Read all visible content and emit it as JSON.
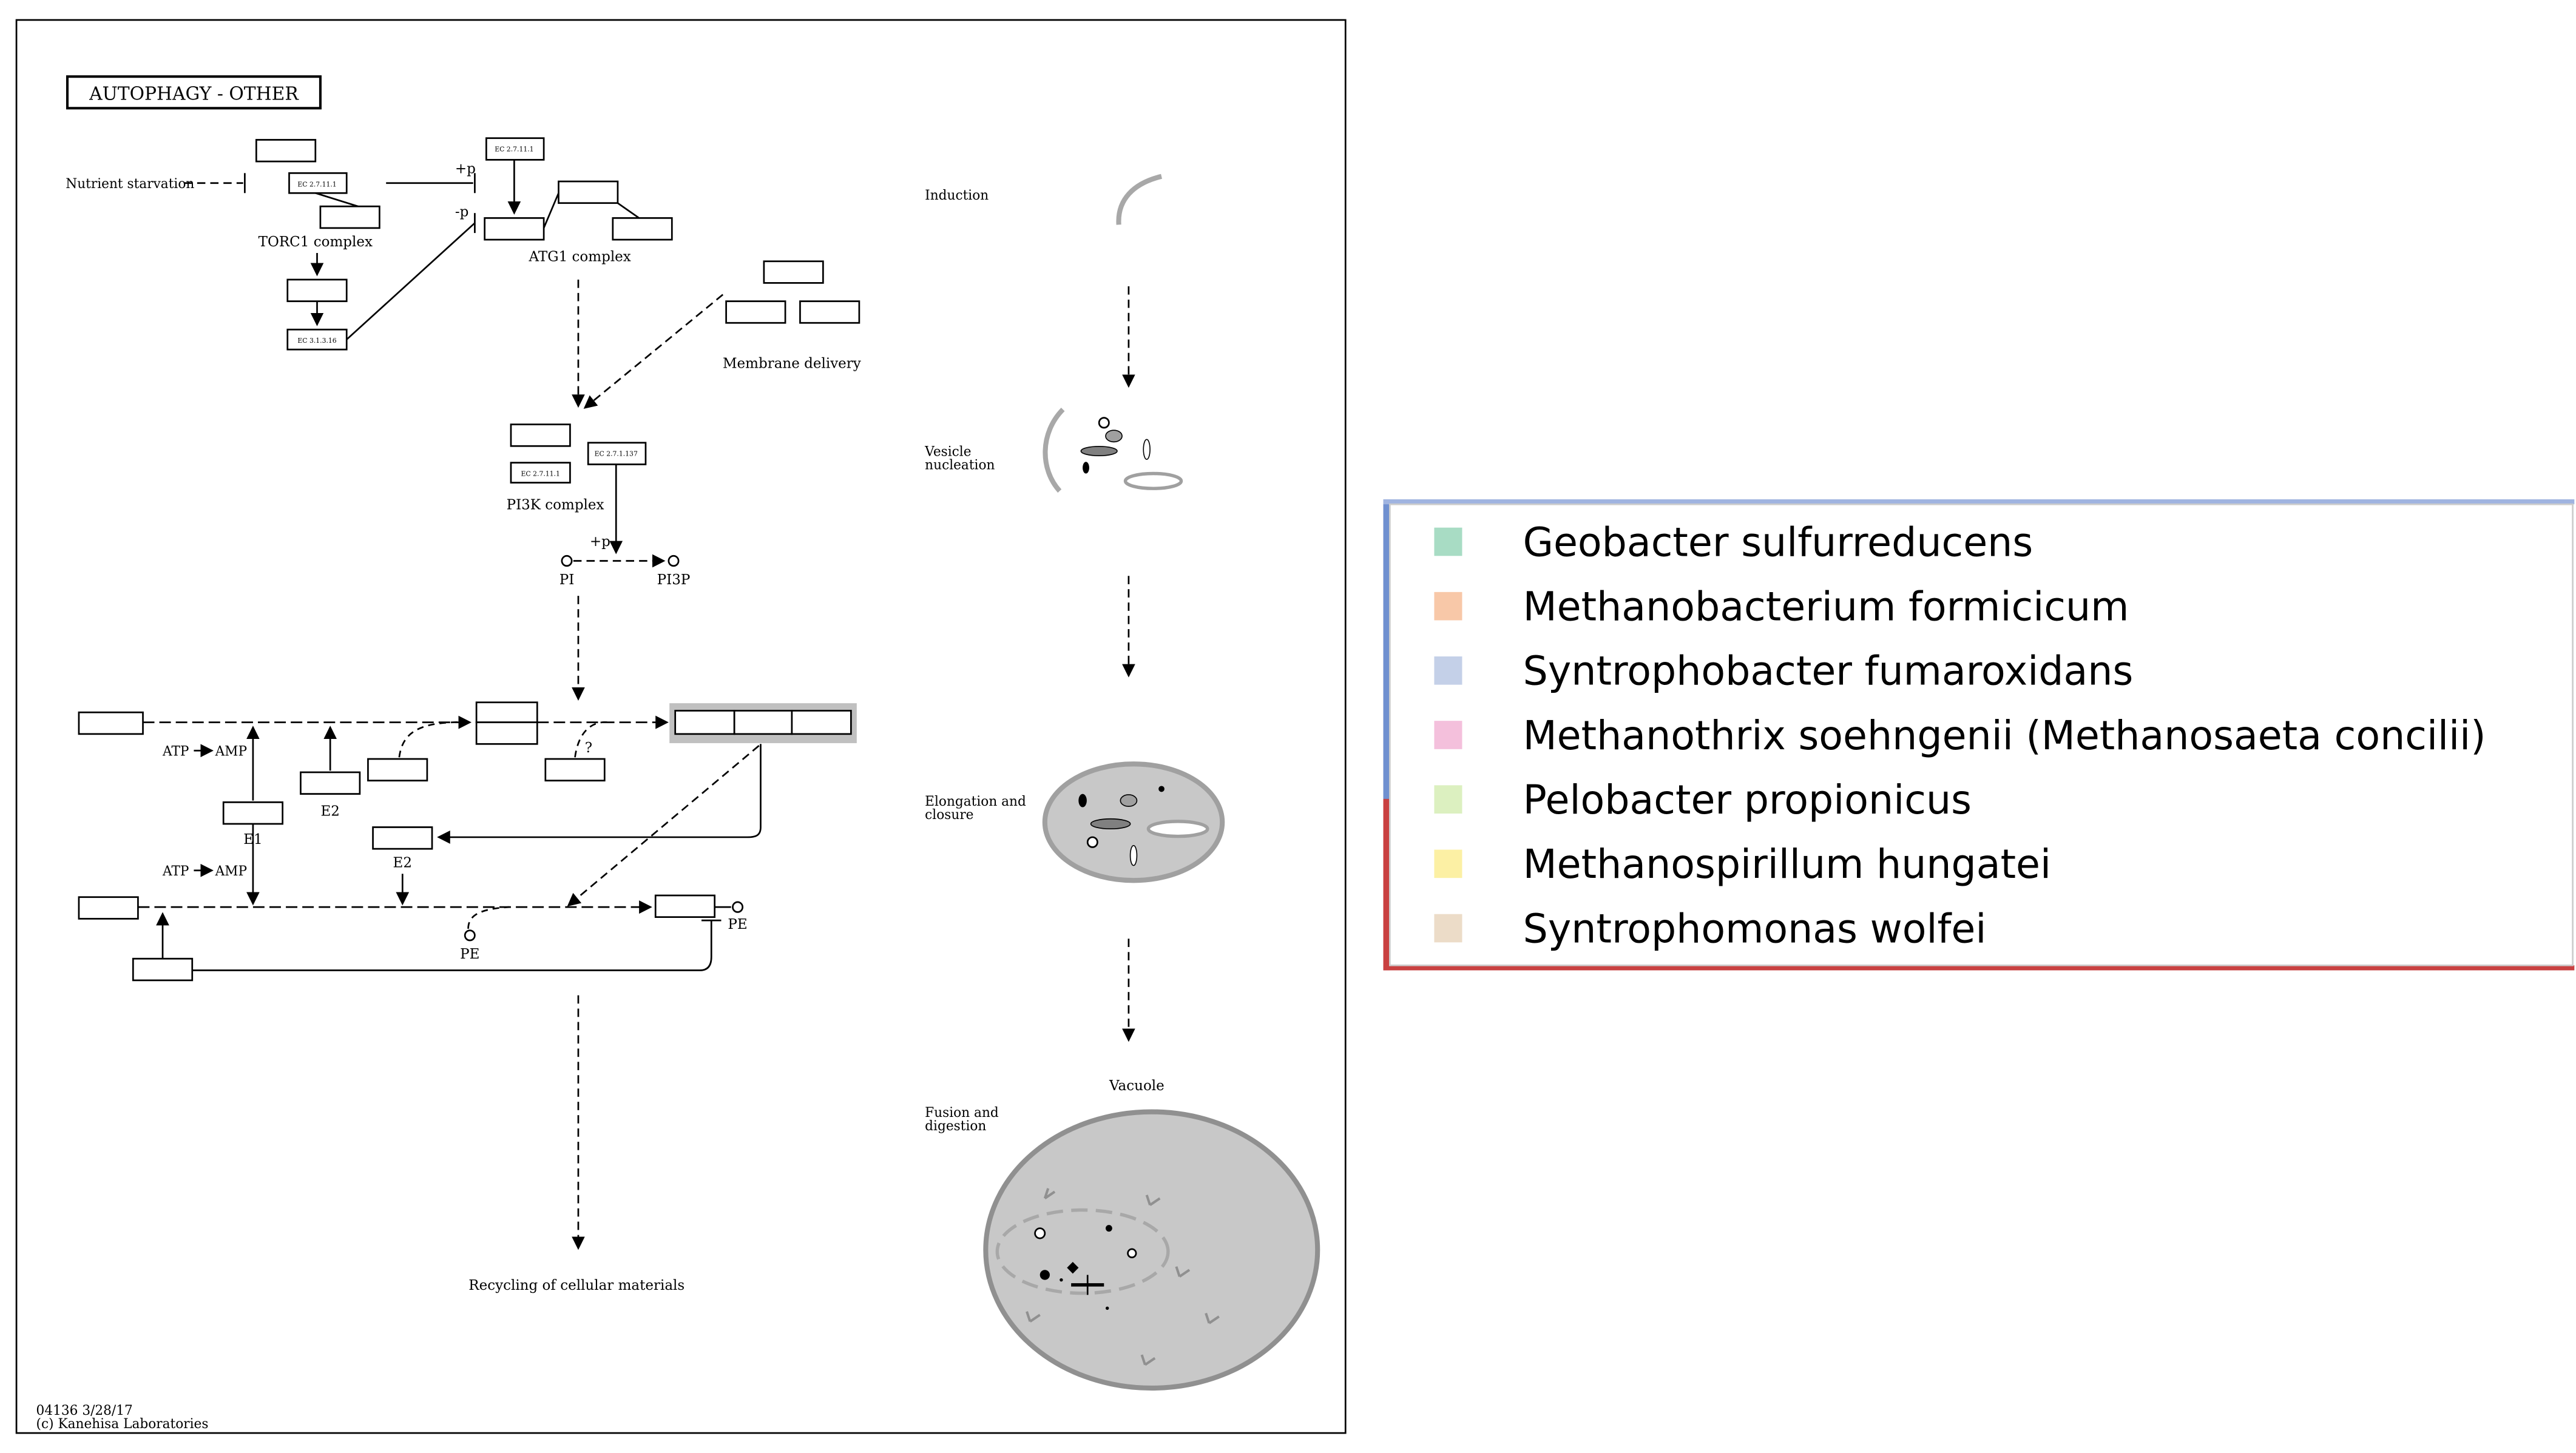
{
  "diagram": {
    "title": "AUTOPHAGY - OTHER",
    "labels": {
      "nutrient_starvation": "Nutrient starvation",
      "torc1_complex": "TORC1 complex",
      "atg1_complex": "ATG1 complex",
      "membrane_delivery": "Membrane delivery",
      "pi3k_complex": "PI3K complex",
      "pi": "PI",
      "pi3p": "PI3P",
      "plus_p_1": "+p",
      "minus_p": "-p",
      "plus_p_2": "+p",
      "atp_1": "ATP",
      "amp_1": "AMP",
      "atp_2": "ATP",
      "amp_2": "AMP",
      "e1": "E1",
      "e2_1": "E2",
      "e2_2": "E2",
      "pe_1": "PE",
      "pe_2": "PE",
      "question": "?",
      "recycling": "Recycling of cellular materials"
    },
    "enzymes": {
      "ec_torc": "EC 2.7.11.1",
      "ec_atg1": "EC 2.7.11.1",
      "ec_torc2": "EC 3.1.3.16",
      "ec_pi3k_a": "EC 2.7.11.1",
      "ec_pi3k_b": "EC 2.7.1.137"
    },
    "stages": {
      "induction": "Induction",
      "vesicle_1": "Vesicle",
      "vesicle_2": "nucleation",
      "elongation_1": "Elongation and",
      "elongation_2": "closure",
      "fusion_1": "Fusion and",
      "fusion_2": "digestion",
      "vacuole": "Vacuole"
    },
    "footer": {
      "id_date": "04136 3/28/17",
      "copyright": "(c) Kanehisa Laboratories"
    }
  },
  "legend": {
    "items": [
      {
        "label": "Geobacter sulfurreducens",
        "color": "#a8dcc4"
      },
      {
        "label": "Methanobacterium formicicum",
        "color": "#f8c8a8"
      },
      {
        "label": "Syntrophobacter fumaroxidans",
        "color": "#c4d0e8"
      },
      {
        "label": "Methanothrix soehngenii (Methanosaeta concilii)",
        "color": "#f4c0dc"
      },
      {
        "label": "Pelobacter propionicus",
        "color": "#dcf0c0"
      },
      {
        "label": "Methanospirillum hungatei",
        "color": "#fcf0a4"
      },
      {
        "label": "Syntrophomonas wolfei",
        "color": "#ecdcc8"
      }
    ]
  }
}
